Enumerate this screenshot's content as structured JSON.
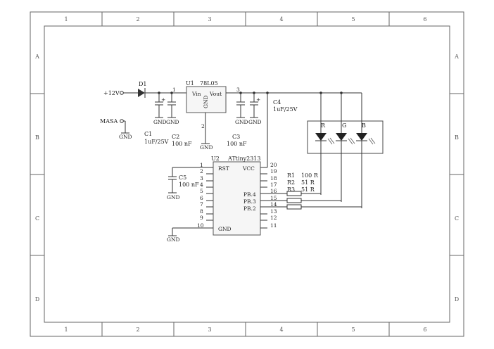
{
  "frame": {
    "columns": [
      "1",
      "2",
      "3",
      "4",
      "5",
      "6"
    ],
    "rows": [
      "A",
      "B",
      "C",
      "D"
    ]
  },
  "power": {
    "input_label": "+12V",
    "masa_label": "MASA",
    "gnd_label": "GND",
    "diode_ref": "D1",
    "node1": "1",
    "node3": "3",
    "node2": "2"
  },
  "regulator": {
    "ref": "U1",
    "value": "78L05",
    "vin": "Vin",
    "vout": "Vout",
    "gnd": "GND"
  },
  "caps": {
    "c1_ref": "C1",
    "c1_val": "1uF/25V",
    "c2_ref": "C2",
    "c2_val": "100 nF",
    "c3_ref": "C3",
    "c3_val": "100 nF",
    "c4_ref": "C4",
    "c4_val": "1uF/25V",
    "c5_ref": "C5",
    "c5_val": "100 nF"
  },
  "mcu": {
    "ref": "U2",
    "value": "ATtiny2313",
    "rst": "RST",
    "vcc": "VCC",
    "gnd": "GND",
    "pb4": "PB.4",
    "pb3": "PB.3",
    "pb2": "PB.2",
    "left_pins": [
      "1",
      "2",
      "3",
      "4",
      "5",
      "6",
      "7",
      "8",
      "9",
      "10"
    ],
    "right_pins": [
      "20",
      "19",
      "18",
      "17",
      "16",
      "15",
      "14",
      "13",
      "12",
      "11"
    ]
  },
  "resistors": {
    "r1_ref": "R1",
    "r1_val": "100 R",
    "r2_ref": "R2",
    "r2_val": "51 R",
    "r3_ref": "R3",
    "r3_val": "51 R"
  },
  "led": {
    "r": "R",
    "g": "G",
    "b": "B"
  },
  "colors": {
    "wire": "#333333",
    "frame": "#555555"
  }
}
